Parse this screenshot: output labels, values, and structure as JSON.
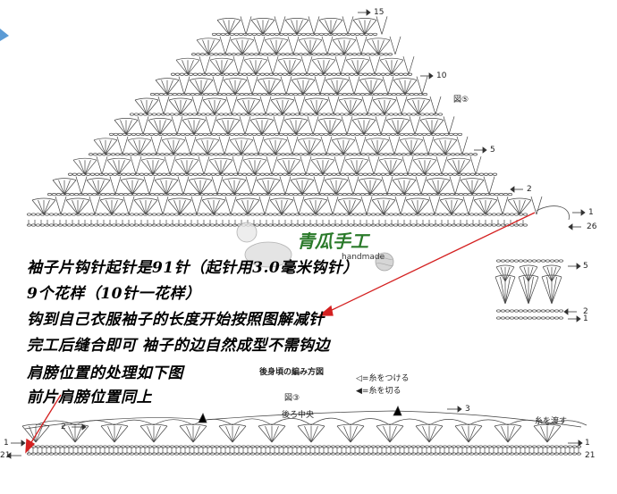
{
  "chart_a": {
    "figure_label": "図⑤",
    "row_labels": [
      "15",
      "10",
      "5",
      "2",
      "1",
      "26"
    ]
  },
  "chart_small": {
    "row_labels": [
      "5",
      "2",
      "1"
    ]
  },
  "chart_b": {
    "figure_label": "図③",
    "title": "後身頃の編み方図",
    "center_label": "後ろ中央",
    "legend": [
      {
        "symbol": "◁",
        "text": "=糸をつける"
      },
      {
        "symbol": "◀",
        "text": "=糸を切る"
      }
    ],
    "pass_yarn": "糸を渡す",
    "row_labels_left": [
      "2",
      "1",
      "21"
    ],
    "row_labels_right": [
      "3",
      "1",
      "21"
    ]
  },
  "watermark": {
    "brand": "青瓜手工",
    "sub": "handmade"
  },
  "notes": [
    "袖子片钩针起针是91针（起针用3.0毫米钩针）",
    "9个花样（10针一花样）",
    "钩到自己衣服袖子的长度开始按照图解减针",
    "完工后缝合即可 袖子的边自然成型不需钩边",
    "肩膀位置的处理如下图",
    "前片肩膀位置同上"
  ],
  "colors": {
    "arrow": "#d42020",
    "ink": "#444444",
    "note_text": "#000000",
    "watermark_text": "#2a7a2a"
  }
}
